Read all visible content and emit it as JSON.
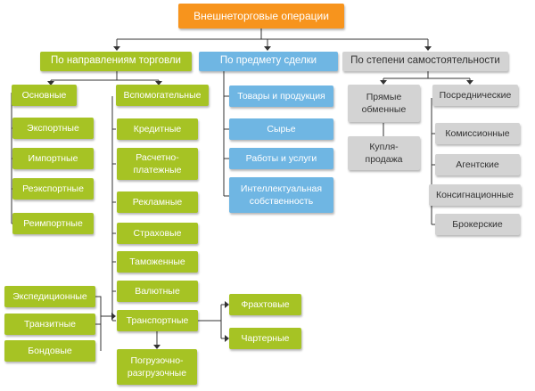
{
  "colors": {
    "root": "#f7941d",
    "trade": "#a6c324",
    "subject": "#6fb6e3",
    "independence": "#d3d3d3",
    "connector": "#333333"
  },
  "root": "Внешнеторговые операции",
  "trade_directions": {
    "title": "По направлениям торговли",
    "main": "Основные",
    "main_items": [
      "Экспортные",
      "Импортные",
      "Реэкспортные",
      "Реимпортные"
    ],
    "auxiliary": "Вспомогательные",
    "auxiliary_items": [
      "Кредитные",
      "Расчетно-платежные",
      "Рекламные",
      "Страховые",
      "Таможенные",
      "Валютные"
    ],
    "transport": "Транспортные",
    "transport_left": [
      "Экспедиционные",
      "Транзитные",
      "Бондовые"
    ],
    "transport_right": [
      "Фрахтовые",
      "Чартерные"
    ],
    "transport_below": "Погрузочно-разгрузочные"
  },
  "deal_subject": {
    "title": "По предмету сделки",
    "items": [
      "Товары и продукция",
      "Сырье",
      "Работы и услуги",
      "Интеллектуальная собственность"
    ]
  },
  "independence": {
    "title": "По степени самостоятельности",
    "direct": "Прямые обменные",
    "direct_child": "Купля-продажа",
    "intermediary": "Посреднические",
    "intermediary_items": [
      "Комиссионные",
      "Агентские",
      "Консигнационные",
      "Брокерские"
    ]
  }
}
